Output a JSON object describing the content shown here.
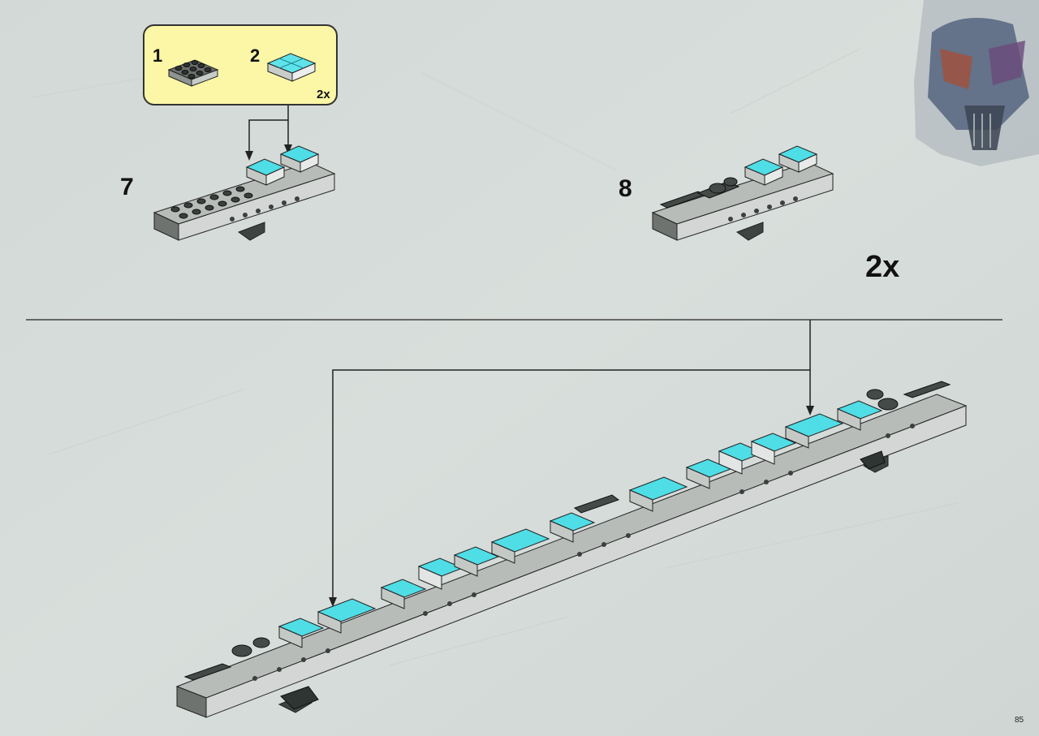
{
  "parts_list": {
    "items": [
      {
        "number": "1",
        "qty": "",
        "icon": "dark-gray-plate-2x3-icon"
      },
      {
        "number": "2",
        "qty": "2x",
        "icon": "trans-light-blue-tile-2x2-icon"
      }
    ]
  },
  "steps": [
    {
      "number": "7"
    },
    {
      "number": "8",
      "multiplier": "2x"
    }
  ],
  "page": {
    "number": "85"
  },
  "colors": {
    "background": "#d6dcd9",
    "parts_box": "#fbf7a6",
    "trans_blue": "#38d4e0",
    "light_gray": "#c9ccc9",
    "dark_gray": "#4a504d",
    "line": "#222222"
  }
}
